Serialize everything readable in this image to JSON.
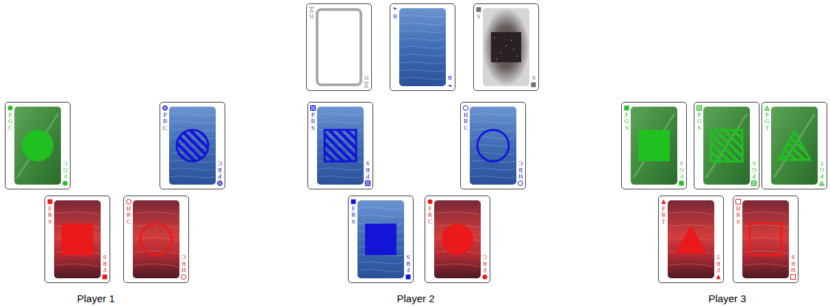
{
  "diagram": {
    "nodes": [
      {
        "text": [
          "H",
          "H"
        ]
      },
      {
        "text": [
          "B",
          "B"
        ]
      },
      {
        "text": [
          "S",
          "S"
        ]
      },
      {
        "text": [
          "F G C",
          "F G C"
        ]
      },
      {
        "text": [
          "P B C",
          "P B C"
        ]
      },
      {
        "text": [
          "P B S",
          "P B S"
        ]
      },
      {
        "text": [
          "H B C",
          "H B C"
        ]
      },
      {
        "text": [
          "F G S",
          "F G S"
        ]
      },
      {
        "text": [
          "P G S",
          "P G S"
        ]
      },
      {
        "text": [
          "P G T",
          "P G T"
        ]
      },
      {
        "text": [
          "F R S",
          "F R S"
        ]
      },
      {
        "text": [
          "H R C",
          "H R C"
        ]
      },
      {
        "text": [
          "F B S",
          "F B S"
        ]
      },
      {
        "text": [
          "F R C",
          "F R C"
        ]
      },
      {
        "text": [
          "F R T",
          "F R T"
        ]
      },
      {
        "text": [
          "H R S",
          "H R S"
        ]
      }
    ],
    "labels": [
      "Player 1",
      "Player 2",
      "Player 3"
    ]
  }
}
